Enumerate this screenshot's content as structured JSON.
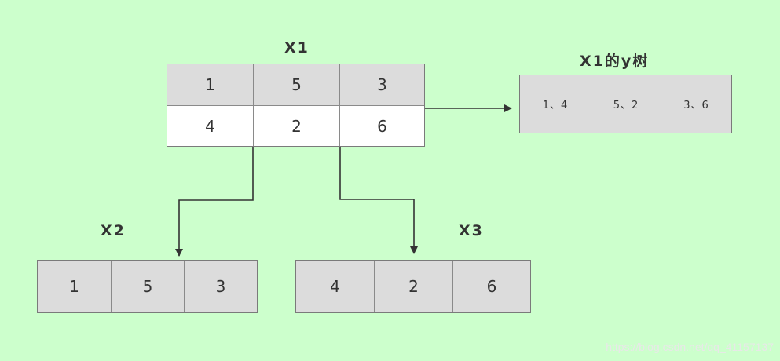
{
  "x1": {
    "label": "X1",
    "rows": [
      [
        "1",
        "5",
        "3"
      ],
      [
        "4",
        "2",
        "6"
      ]
    ]
  },
  "x1_y_tree": {
    "label": "X1的y树",
    "cells": [
      "1、4",
      "5、2",
      "3、6"
    ]
  },
  "x2": {
    "label": "X2",
    "cells": [
      "1",
      "5",
      "3"
    ]
  },
  "x3": {
    "label": "X3",
    "cells": [
      "4",
      "2",
      "6"
    ]
  },
  "watermark": "https://blog.csdn.net/qq_41157137",
  "colors": {
    "background": "#ccffcc",
    "cell_gray": "#dcdcdc",
    "cell_white": "#ffffff",
    "arrow": "#333333"
  }
}
